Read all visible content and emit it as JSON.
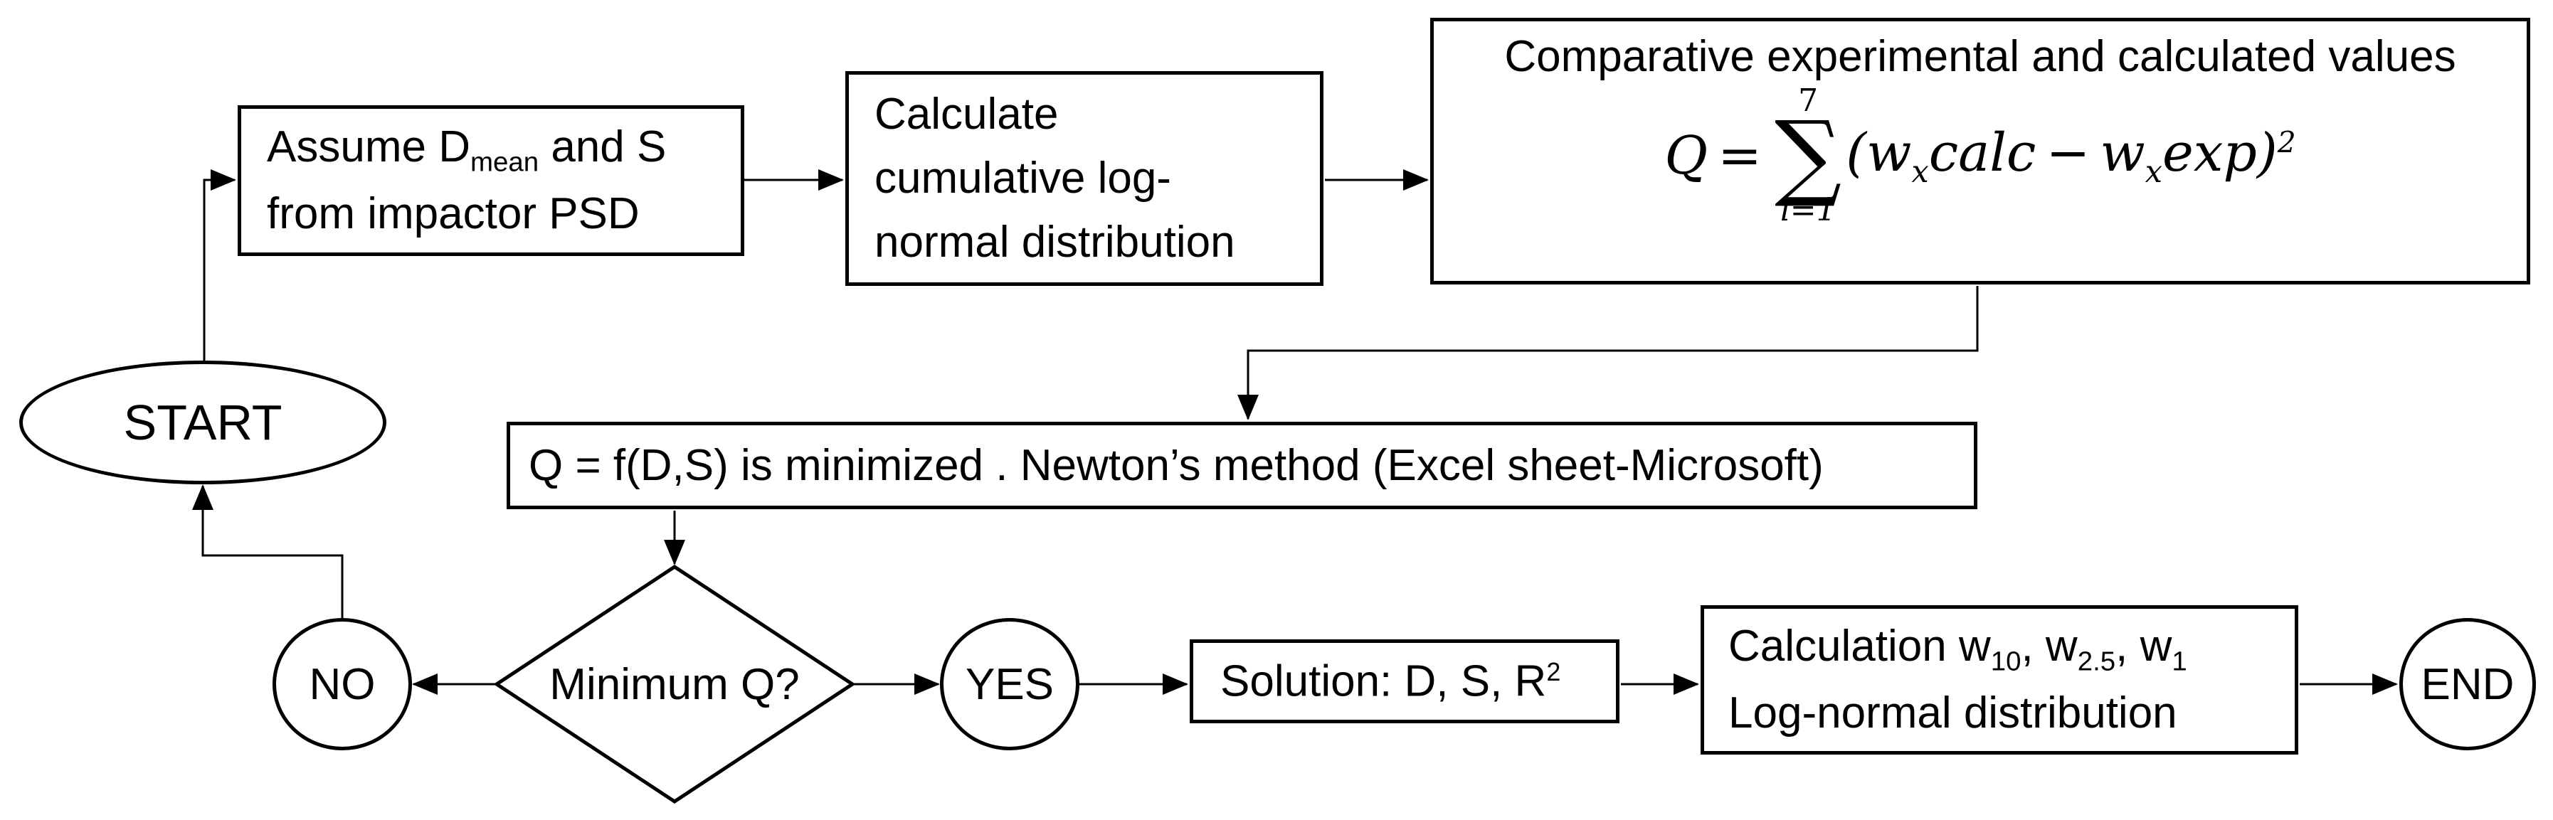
{
  "colors": {
    "stroke": "#000000",
    "background": "#ffffff"
  },
  "nodes": {
    "start": {
      "label": "START"
    },
    "assume": {
      "line1_pre": "Assume D",
      "line1_sub": "mean",
      "line1_post": " and S",
      "line2": "from impactor PSD"
    },
    "calculate": {
      "line1": "Calculate",
      "line2": "cumulative log-",
      "line3": "normal distribution"
    },
    "comparative": {
      "title": "Comparative experimental and calculated values",
      "formula": {
        "q": "Q",
        "eq": "=",
        "sum_upper": "7",
        "sum_symbol": "∑",
        "sum_lower": "i=1",
        "open_paren": "(",
        "w1": "w",
        "w1_sub": "x",
        "term1": "calc",
        "minus": "−",
        "w2": "w",
        "w2_sub": "x",
        "term2": "exp",
        "close_paren": ")",
        "exponent": "2"
      }
    },
    "minimize": {
      "label": "Q = f(D,S) is minimized . Newton’s method (Excel sheet-Microsoft)"
    },
    "decision": {
      "label": "Minimum Q?"
    },
    "no": {
      "label": "NO"
    },
    "yes": {
      "label": "YES"
    },
    "solution": {
      "pre": "Solution: D, S, R",
      "sup": "2"
    },
    "calculation": {
      "pre": "Calculation w",
      "sub1": "10",
      "mid1": ", w",
      "sub2": "2.5",
      "mid2": ", w",
      "sub3": "1",
      "line2": "Log-normal distribution"
    },
    "end": {
      "label": "END"
    }
  }
}
